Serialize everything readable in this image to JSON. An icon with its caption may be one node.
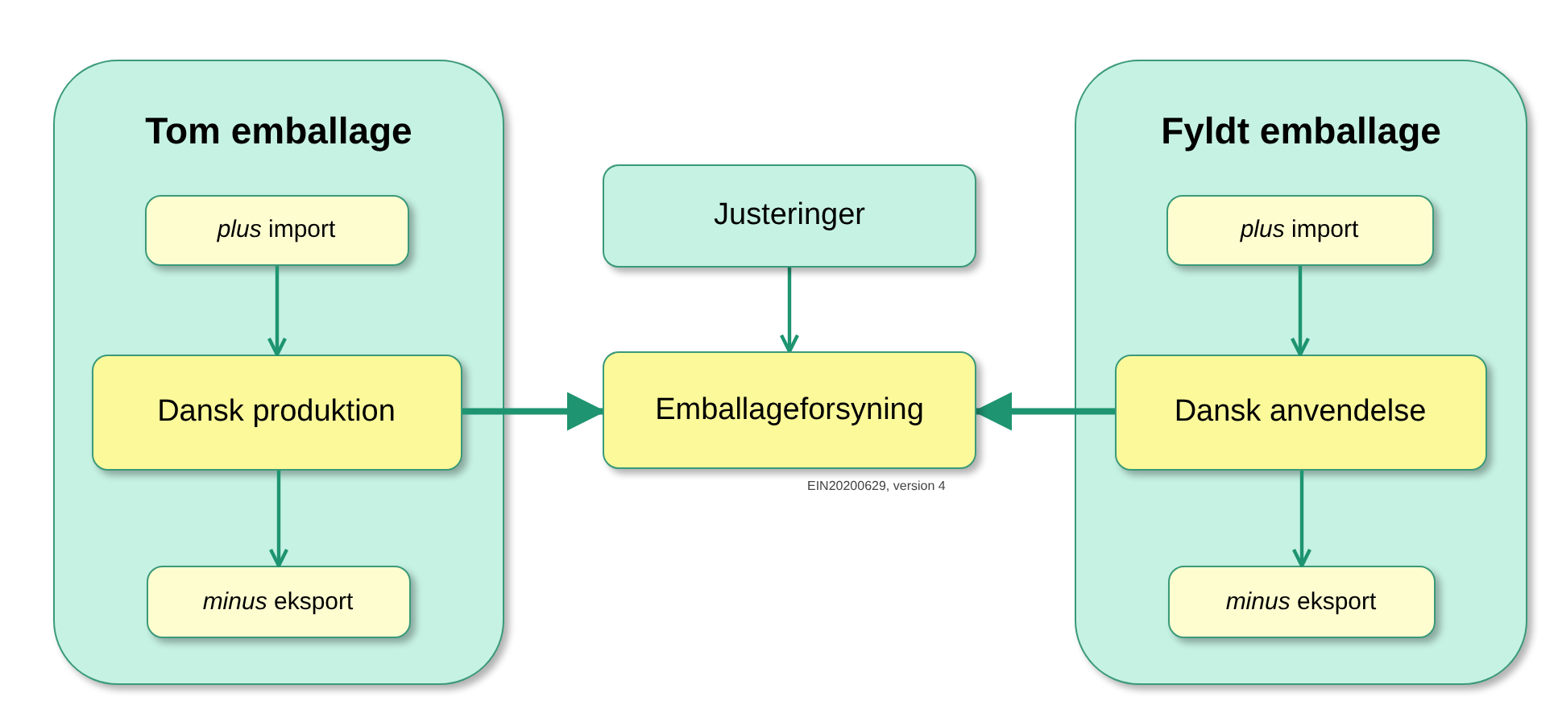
{
  "diagram": {
    "nodes": [
      {
        "text": [
          "Tom emballage"
        ]
      },
      {
        "text": [
          "*plus* import"
        ],
        "in": 0
      },
      {
        "text": [
          "Dansk produktion"
        ],
        "in": 0
      },
      {
        "text": [
          "*minus* eksport"
        ],
        "in": 0
      },
      {
        "text": [
          "Justeringer"
        ]
      },
      {
        "text": [
          "Emballageforsyning"
        ]
      },
      {
        "text": [
          "Fyldt emballage"
        ]
      },
      {
        "text": [
          "*plus* import"
        ],
        "in": 6
      },
      {
        "text": [
          "Dansk anvendelse"
        ],
        "in": 6
      },
      {
        "text": [
          "*minus* eksport"
        ],
        "in": 6
      }
    ],
    "edges": [
      {
        "from": 1,
        "to": 2,
        "arrow": "to"
      },
      {
        "from": 2,
        "to": 3,
        "arrow": "to"
      },
      {
        "from": 2,
        "to": 5,
        "arrow": "to",
        "style": "thick"
      },
      {
        "from": 4,
        "to": 5,
        "arrow": "to"
      },
      {
        "from": 8,
        "to": 5,
        "arrow": "to",
        "style": "thick"
      },
      {
        "from": 7,
        "to": 8,
        "arrow": "to"
      },
      {
        "from": 8,
        "to": 9,
        "arrow": "to"
      }
    ],
    "labels": [
      "EIN20200629, version 4"
    ]
  }
}
